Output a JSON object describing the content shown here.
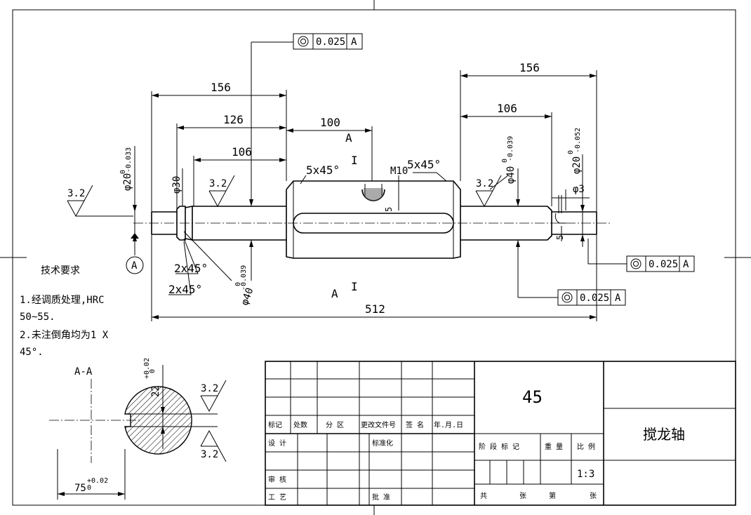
{
  "dimensions": {
    "d156_left": "156",
    "d126": "126",
    "d106_left": "106",
    "d100": "100",
    "d156_right": "156",
    "d106_right": "106",
    "d512": "512",
    "phi20_left": "φ20",
    "phi20_left_tol": "-0.033",
    "phi20_left_zero": "0",
    "phi30": "φ30",
    "phi40_left": "φ40",
    "phi40_left_tol": "-0.039",
    "phi40_left_zero": "0",
    "phi40_right": "φ40",
    "phi40_right_tol": "-0.039",
    "phi40_right_zero": "0",
    "phi20_right": "φ20",
    "phi20_right_tol": "-0.052",
    "phi20_right_zero": "0",
    "phi3": "φ3",
    "chamfer_5x45_a": "5x45°",
    "chamfer_5x45_b": "5x45°",
    "m10": "M10",
    "five_a": "5",
    "five_b": "5",
    "chamfer_2x45_a": "2x45°",
    "chamfer_2x45_b": "2x45°",
    "section_a_top": "A",
    "section_a_bottom": "A",
    "section_mark_top": "I",
    "section_mark_bottom": "I"
  },
  "roughness": {
    "r1": "3.2",
    "r2": "3.2",
    "r3": "3.2",
    "r4": "3.2",
    "r5": "3.2"
  },
  "tolerance_frames": [
    {
      "value": "0.025",
      "datum": "A"
    },
    {
      "value": "0.025",
      "datum": "A"
    },
    {
      "value": "0.025",
      "datum": "A"
    }
  ],
  "datum_label": "A",
  "tech_requirements": {
    "title": "技术要求",
    "line1": "1.经调质处理,HRC",
    "line2": "50~55.",
    "line3": "2.未注倒角均为1 X",
    "line4": "45°."
  },
  "section": {
    "title": "A-A",
    "dim_22": "22",
    "dim_22_tol": "+0.02",
    "dim_22_zero": "0",
    "dim_75": "75",
    "dim_75_tol": "+0.02",
    "dim_75_zero": "0"
  },
  "title_block": {
    "material": "45",
    "part_name": "搅龙轴",
    "labels": {
      "biaoji": "标记",
      "chushu": "处数",
      "fenqu": "分 区",
      "gengai": "更改文件号",
      "qianming": "签 名",
      "nianyueri": "年.月.日",
      "sheji": "设 计",
      "biaozhunhua": "标准化",
      "shenhe": "审 核",
      "gongyi": "工 艺",
      "pizhun": "批 准",
      "jieduan": "阶 段 标 记",
      "zhongliang": "重 量",
      "bili": "比 例",
      "gong": "共",
      "zhang1": "张",
      "di": "第",
      "zhang2": "张"
    },
    "scale": "1:3"
  }
}
